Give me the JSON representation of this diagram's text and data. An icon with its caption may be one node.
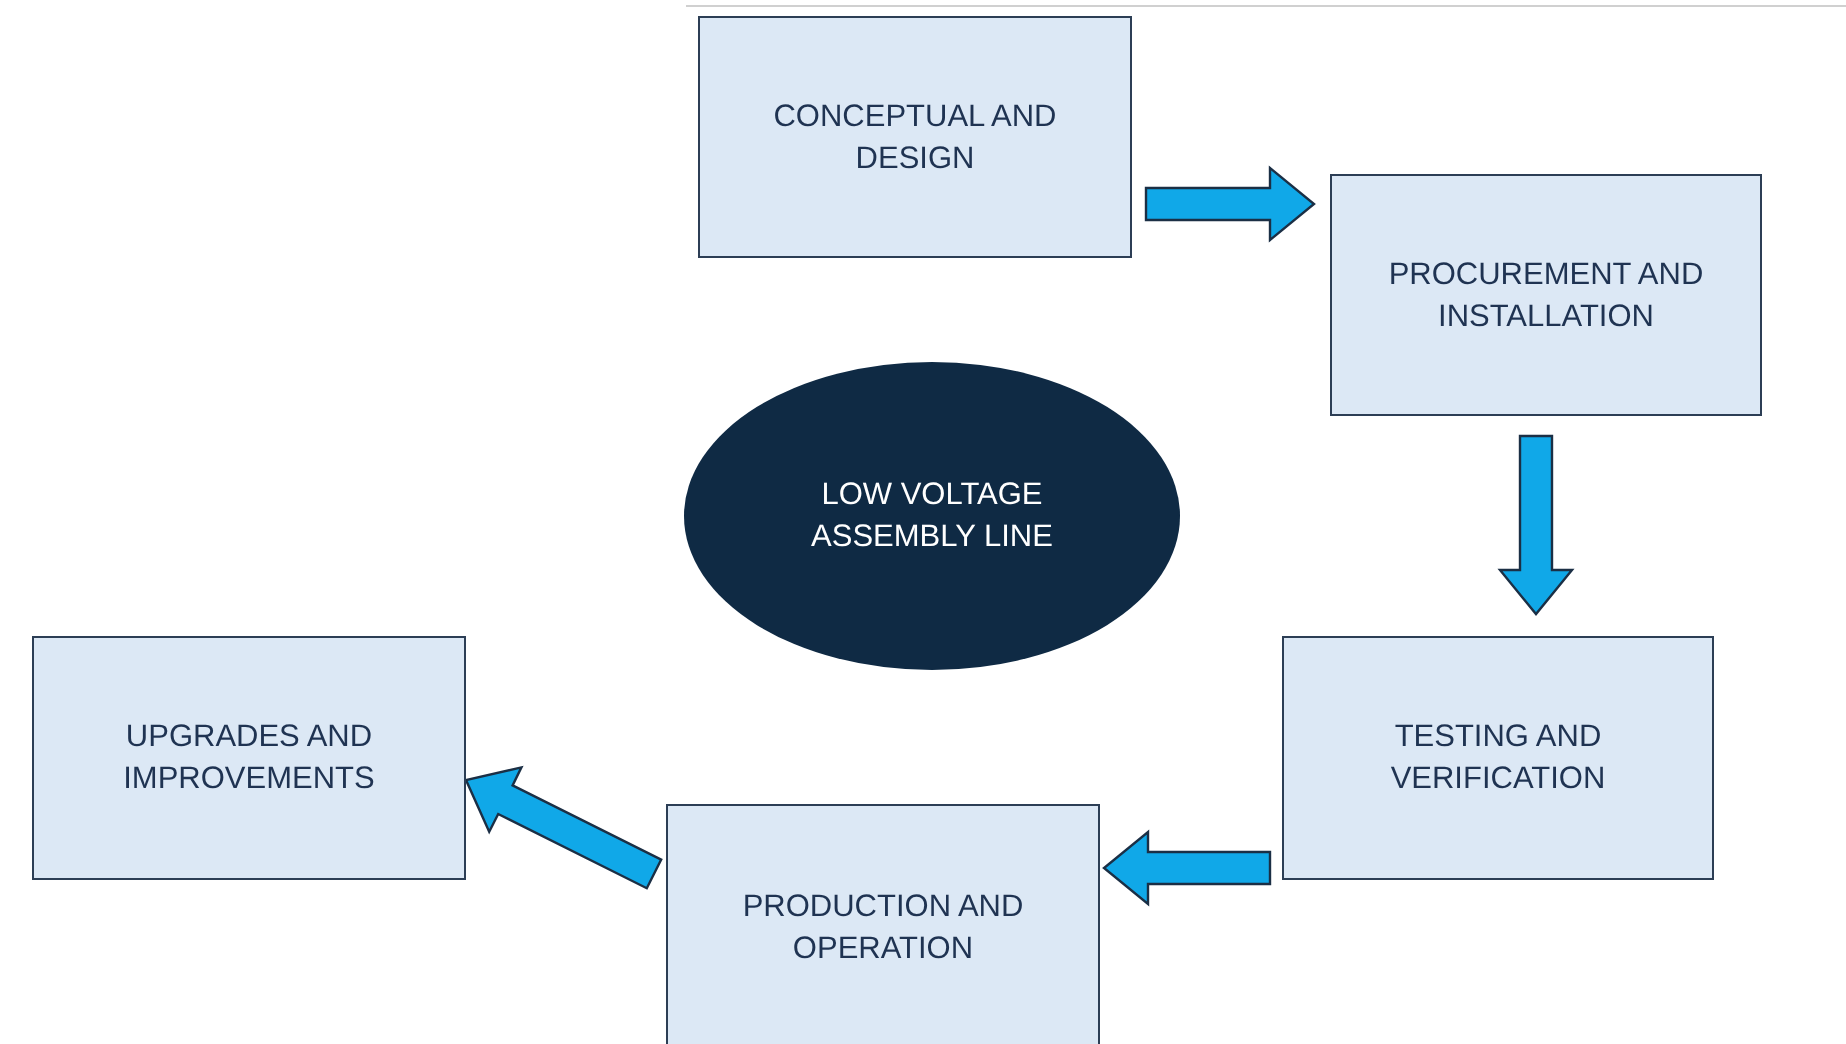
{
  "diagram": {
    "nodes": [
      {
        "text": [
          "CONCEPTUAL AND DESIGN"
        ]
      },
      {
        "text": [
          "PROCUREMENT AND INSTALLATION"
        ]
      },
      {
        "text": [
          "LOW VOLTAGE ASSEMBLY LINE"
        ]
      },
      {
        "text": [
          "TESTING AND VERIFICATION"
        ]
      },
      {
        "text": [
          "PRODUCTION AND OPERATION"
        ]
      },
      {
        "text": [
          "UPGRADES AND IMPROVEMENTS"
        ]
      }
    ],
    "edges": [
      {
        "from": 0,
        "to": 1,
        "arrow": "to"
      },
      {
        "from": 1,
        "to": 3,
        "arrow": "to"
      },
      {
        "from": 3,
        "to": 4,
        "arrow": "to"
      },
      {
        "from": 4,
        "to": 5,
        "arrow": "to"
      }
    ]
  }
}
